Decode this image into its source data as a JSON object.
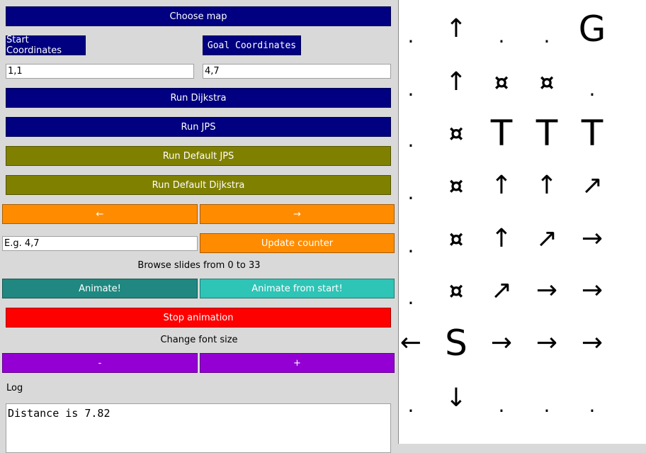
{
  "controls": {
    "choose_map": "Choose map",
    "start_label": "Start Coordinates",
    "goal_label": "Goal Coordinates",
    "start_value": "1,1",
    "goal_value": "4,7",
    "run_dijkstra": "Run Dijkstra",
    "run_jps": "Run JPS",
    "run_default_jps": "Run Default JPS",
    "run_default_dijkstra": "Run Default Dijkstra",
    "prev": "←",
    "next": "→",
    "counter_placeholder": "E.g. 4,7",
    "update_counter": "Update counter",
    "browse_text": "Browse slides from 0 to 33",
    "animate": "Animate!",
    "animate_from_start": "Animate from start!",
    "stop_animation": "Stop animation",
    "font_size_label": "Change font size",
    "font_minus": "-",
    "font_plus": "+",
    "log_label": "Log",
    "log_text": "Distance is 7.82"
  },
  "colors": {
    "navy": "#000080",
    "olive": "#808000",
    "orange": "#ff8c00",
    "teal": "#208880",
    "teal_light": "#2ec4b6",
    "red": "#ff0000",
    "purple": "#9400d3"
  },
  "grid": {
    "rows": [
      [
        ".",
        "↑",
        ".",
        ".",
        "G"
      ],
      [
        ".",
        "↑",
        "¤",
        "¤",
        "."
      ],
      [
        ".",
        "¤",
        "T",
        "T",
        "T"
      ],
      [
        ".",
        "¤",
        "↑",
        "↑",
        "↗"
      ],
      [
        ".",
        "¤",
        "↑",
        "↗",
        "→"
      ],
      [
        ".",
        "¤",
        "↗",
        "→",
        "→"
      ],
      [
        "←",
        "S",
        "→",
        "→",
        "→"
      ],
      [
        ".",
        "↓",
        ".",
        ".",
        "."
      ]
    ]
  }
}
